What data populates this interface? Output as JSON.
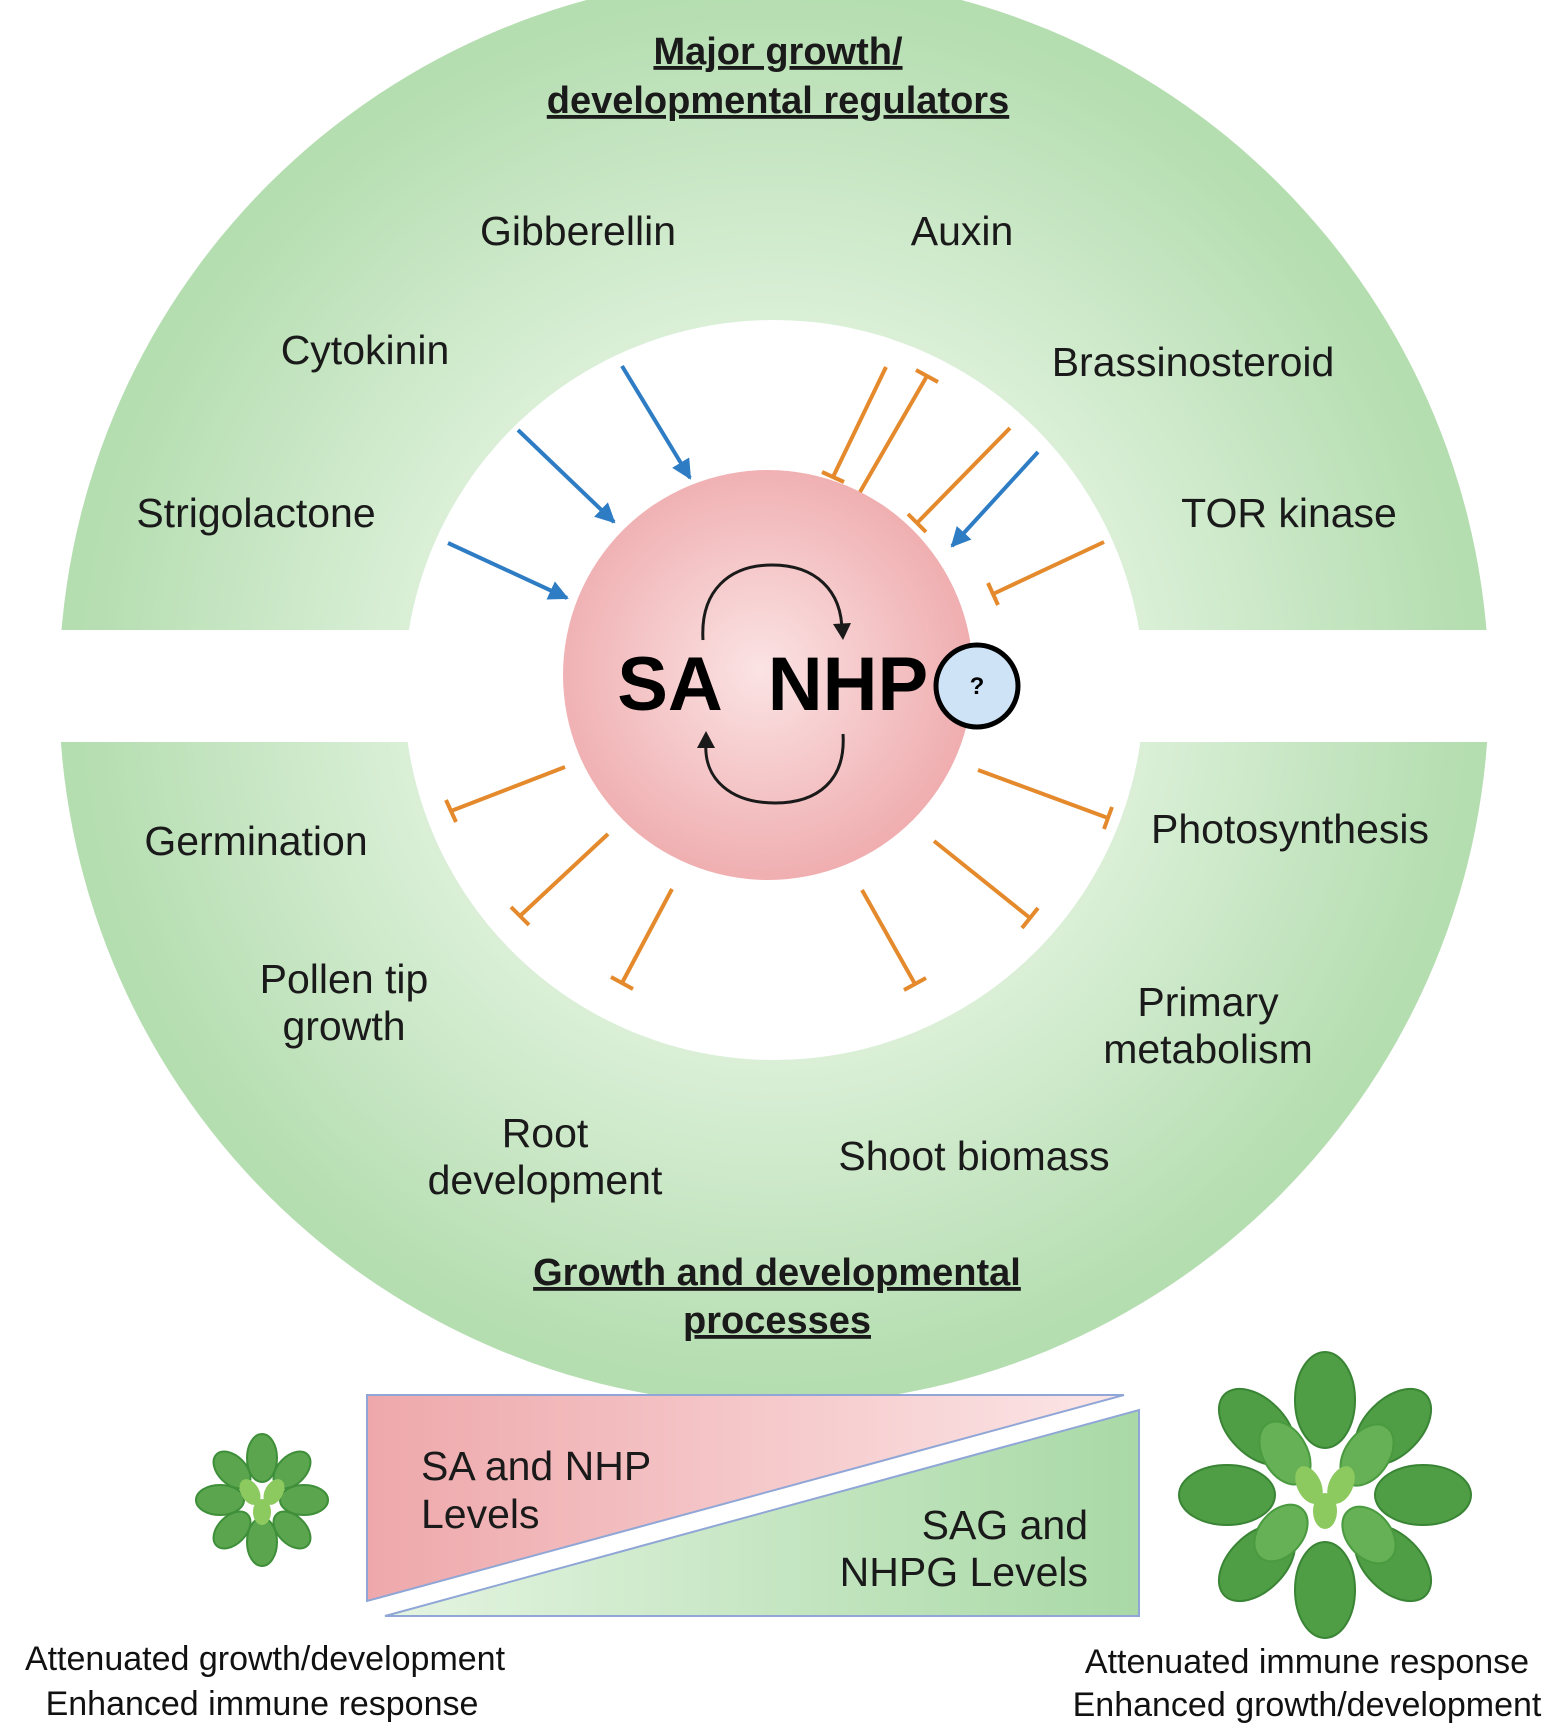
{
  "colors": {
    "ring_green": "#b9e0b6",
    "ring_green_light": "#e6f5e3",
    "core_pink": "#efacae",
    "core_pink_light": "#fbe3e4",
    "promote_arrow": "#2e7dc4",
    "inhibit_arrow": "#e48a2c",
    "question_fill": "#cfe3f6",
    "triangle_pink": "#eea8ab",
    "triangle_green": "#a9d9a6",
    "triangle_border": "#8fa6d6",
    "leaf_dark": "#3f8f3a",
    "leaf_mid": "#5aa54d",
    "leaf_light": "#8cc95f"
  },
  "top_section": {
    "heading_line1": "Major growth/",
    "heading_line2": "developmental regulators",
    "labels": {
      "gibberellin": "Gibberellin",
      "auxin": "Auxin",
      "cytokinin": "Cytokinin",
      "brassinosteroid": "Brassinosteroid",
      "strigolactone": "Strigolactone",
      "tor_kinase": "TOR kinase"
    }
  },
  "center": {
    "sa": "SA",
    "nhp": "NHP",
    "question": "?"
  },
  "bottom_section": {
    "heading_line1": "Growth and developmental",
    "heading_line2": "processes",
    "labels": {
      "germination": "Germination",
      "photosynthesis": "Photosynthesis",
      "pollen_line1": "Pollen tip",
      "pollen_line2": "growth",
      "primary_line1": "Primary",
      "primary_line2": "metabolism",
      "root_line1": "Root",
      "root_line2": "development",
      "shoot_biomass": "Shoot biomass"
    }
  },
  "gradient_panel": {
    "sa_line1": "SA and NHP",
    "sa_line2": "Levels",
    "sag_line1": "SAG and",
    "sag_line2": "NHPG Levels"
  },
  "captions": {
    "left_line1": "Attenuated growth/development",
    "left_line2": "Enhanced immune response",
    "right_line1": "Attenuated immune response",
    "right_line2": "Enhanced growth/development"
  }
}
